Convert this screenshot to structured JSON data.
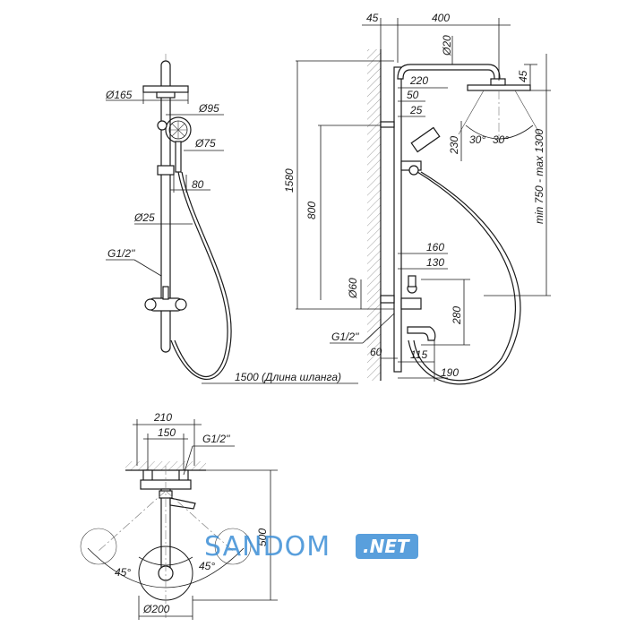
{
  "front_view": {
    "head_diameter": "Ø165",
    "hand_shower_diameter": "Ø95",
    "hand_shower_inner_diameter": "Ø75",
    "holder_dim": "80",
    "rod_diameter": "Ø25",
    "thread": "G1/2''",
    "hose_length": "1500 (Длина шланга)"
  },
  "side_view": {
    "offset_wall": "45",
    "arm_length": "400",
    "arm_diameter": "Ø20",
    "head_height": "45",
    "dim_220": "220",
    "dim_50": "50",
    "dim_25": "25",
    "dim_230": "230",
    "angle_left": "30°",
    "angle_right": "30°",
    "total_height": "1580",
    "adjust_range": "min 750 - max 1300",
    "dim_800": "800",
    "dim_160": "160",
    "dim_130": "130",
    "dim_60": "Ø60",
    "dim_280": "280",
    "thread": "G1/2''",
    "dim_60b": "60",
    "dim_115": "115",
    "dim_190": "190"
  },
  "top_view": {
    "dim_210": "210",
    "dim_150": "150",
    "thread": "G1/2''",
    "dim_500": "500",
    "angle_left": "45°",
    "angle_right": "45°",
    "base_diameter": "Ø200"
  },
  "watermark": {
    "brand": "SANDOM",
    "suffix": ".NET",
    "color": "#3d8fd6"
  }
}
